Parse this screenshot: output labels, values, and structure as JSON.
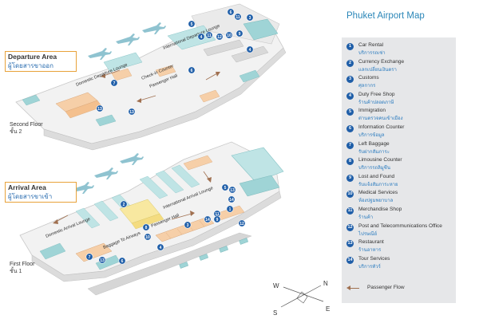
{
  "title": "Phuket Airport Map",
  "departure": {
    "label_en": "Departure Area",
    "label_th": "ผู้โดยสารขาออก",
    "floor_en": "Second Floor",
    "floor_th": "ชั้น 2"
  },
  "arrival": {
    "label_en": "Arrival Area",
    "label_th": "ผู้โดยสารขาเข้า",
    "floor_en": "First Floor",
    "floor_th": "ชั้น 1"
  },
  "map_labels": {
    "international_departure_lounge": "International Departure Lounge",
    "domestic_departure_lounge": "Domestic Departure Lounge",
    "check_in_counter": "Check-in Counter",
    "passenger_hall_dep": "Passenger Hall",
    "international_arrival_lounge": "International Arrival Lounge",
    "domestic_arrival_lounge": "Domestic Arrival Lounge",
    "baggage_to_airways": "Baggage To Airways",
    "passenger_hall_arr": "Passenger Hall"
  },
  "legend": [
    {
      "num": "1",
      "en": "Car Rental",
      "th": "บริการรถเช่า",
      "icon": "car-rental-icon"
    },
    {
      "num": "2",
      "en": "Currency Exchange",
      "th": "แลกเปลี่ยนเงินตรา",
      "icon": "currency-exchange-icon"
    },
    {
      "num": "3",
      "en": "Customs",
      "th": "ศุลกากร",
      "icon": "customs-icon"
    },
    {
      "num": "4",
      "en": "Duty Free Shop",
      "th": "ร้านค้าปลอดภาษี",
      "icon": "duty-free-icon"
    },
    {
      "num": "5",
      "en": "Immigration",
      "th": "ด่านตรวจคนเข้าเมือง",
      "icon": "immigration-icon"
    },
    {
      "num": "6",
      "en": "Information Counter",
      "th": "บริการข้อมูล",
      "icon": "information-icon"
    },
    {
      "num": "7",
      "en": "Left Baggage",
      "th": "รับฝากสัมภาระ",
      "icon": "left-baggage-icon"
    },
    {
      "num": "8",
      "en": "Limousine Counter",
      "th": "บริการรถลิมูซีน",
      "icon": "limousine-icon"
    },
    {
      "num": "9",
      "en": "Lost and Found",
      "th": "รับแจ้งสัมภาระหาย",
      "icon": "lost-found-icon"
    },
    {
      "num": "10",
      "en": "Medical Services",
      "th": "ห้องปฐมพยาบาล",
      "icon": "medical-icon"
    },
    {
      "num": "11",
      "en": "Merchandise Shop",
      "th": "ร้านค้า",
      "icon": "shop-icon"
    },
    {
      "num": "12",
      "en": "Post and Telecommunications Office",
      "th": "ไปรษณีย์",
      "icon": "post-icon"
    },
    {
      "num": "13",
      "en": "Restaurant",
      "th": "ร้านอาหาร",
      "icon": "restaurant-icon"
    },
    {
      "num": "14",
      "en": "Tour Services",
      "th": "บริการทัวร์",
      "icon": "tour-icon"
    }
  ],
  "flow_label": "Passenger Flow",
  "compass": {
    "w": "W",
    "n": "N",
    "s": "S",
    "e": "E"
  },
  "markers_departure": [
    "6",
    "3",
    "11",
    "5",
    "9",
    "4",
    "12",
    "11",
    "10",
    "4",
    "7",
    "6",
    "13",
    "13"
  ],
  "markers_arrival": [
    "1",
    "5",
    "13",
    "14",
    "11",
    "2",
    "8",
    "10",
    "7",
    "13",
    "6",
    "14",
    "3",
    "9",
    "12",
    "4"
  ],
  "colors": {
    "accent": "#2a86b8",
    "marker": "#1f5ea8",
    "label_border": "#e8a23a",
    "teal": "#9fd4d6",
    "floor": "#f2f2f2",
    "shop": "#f6cfa8",
    "duty_free": "#f8e8a0"
  }
}
